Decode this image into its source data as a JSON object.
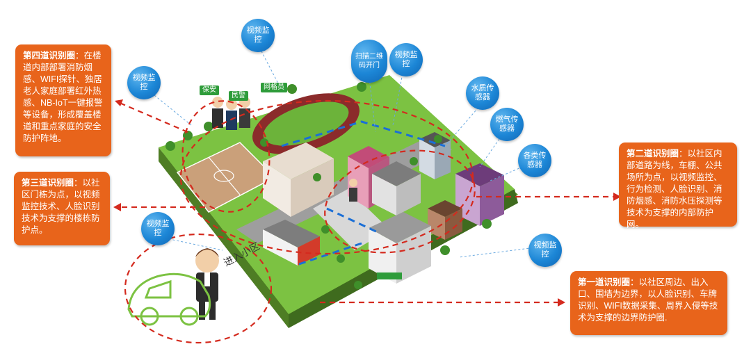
{
  "callouts": {
    "fourth": {
      "title": "第四道识别圈",
      "body": "：在楼道内部部署消防烟感、WIFI探针、独居老人家庭部署红外热感、NB-IoT一键报警等设备，形成覆盖楼道和重点家庭的安全防护阵地。"
    },
    "third": {
      "title": "第三道识别圈",
      "body": "：以社区门栋为点，以视频监控技术、人脸识别技术为支撑的楼栋防护点。"
    },
    "second": {
      "title": "第二道识别圈",
      "body": "：以社区内部道路为线，车棚、公共场所为点，以视频监控、行为检测、人脸识别、消防烟感、消防水压探测等技术为支撑的内部防护网。"
    },
    "first": {
      "title": "第一道识别圈",
      "body": "：以社区周边、出入口、围墙为边界，以人脸识别、车牌识别、WIFI数据采集、周界入侵等技术为支撑的边界防护圈."
    }
  },
  "bubbles": {
    "video_top": "视频监控",
    "video_left": "视频监控",
    "scan_qr": "扫描二维码开门",
    "video_mid": "视频监控",
    "water_quality": "水质传感器",
    "gas": "燃气传感器",
    "sensors": "各类传感器",
    "video_gate": "视频监控",
    "video_bottom_right": "视频监控"
  },
  "tags": {
    "guard": "保安",
    "police": "民警",
    "grid": "网格员"
  },
  "enter_label": "进入小区",
  "colors": {
    "callout": "#E8641B",
    "bubble": "#1c86d6",
    "dashed": "#d42a1e",
    "road_dash": "#1b6fd6"
  }
}
